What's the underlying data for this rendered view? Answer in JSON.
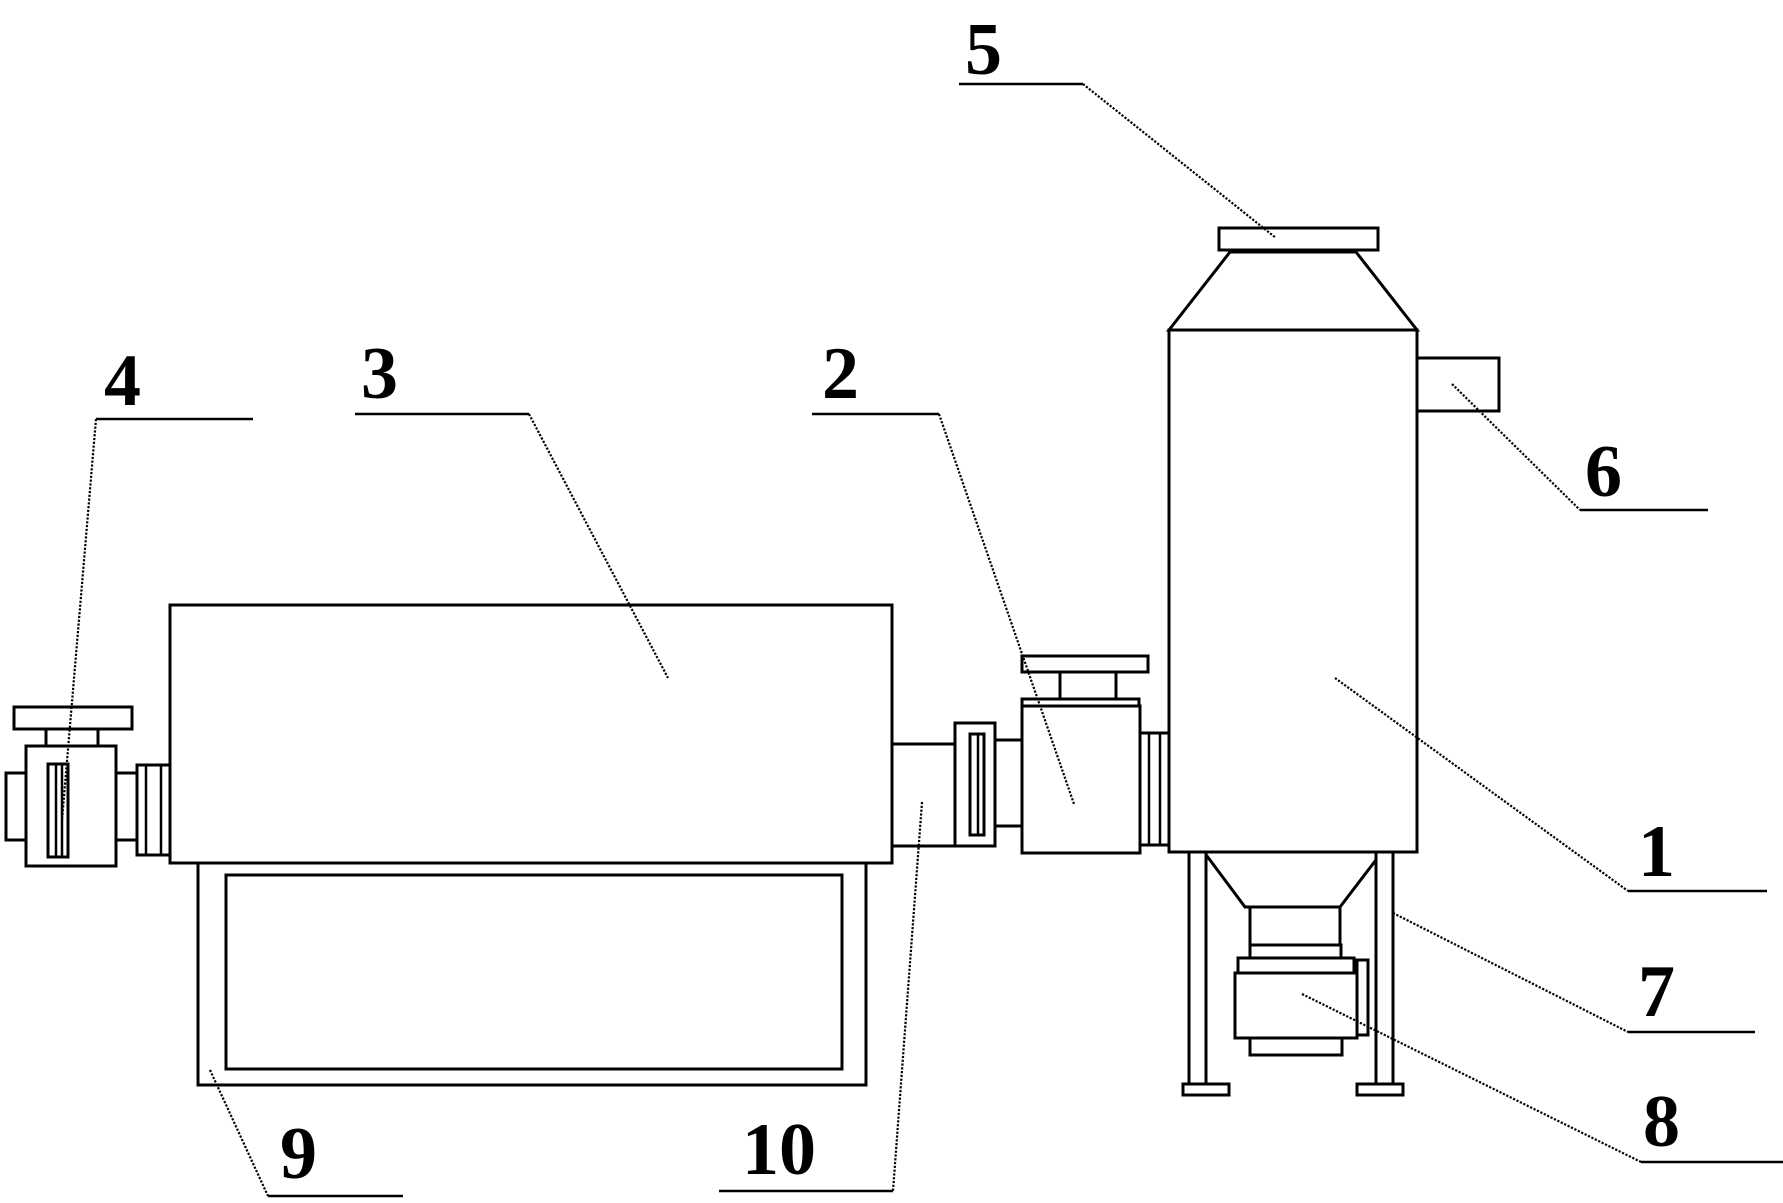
{
  "diagram": {
    "callouts": [
      {
        "id": "1",
        "label": "1"
      },
      {
        "id": "2",
        "label": "2"
      },
      {
        "id": "3",
        "label": "3"
      },
      {
        "id": "4",
        "label": "4"
      },
      {
        "id": "5",
        "label": "5"
      },
      {
        "id": "6",
        "label": "6"
      },
      {
        "id": "7",
        "label": "7"
      },
      {
        "id": "8",
        "label": "8"
      },
      {
        "id": "9",
        "label": "9"
      },
      {
        "id": "10",
        "label": "10"
      }
    ],
    "colors": {
      "line": "#000000",
      "background": "#ffffff"
    }
  }
}
